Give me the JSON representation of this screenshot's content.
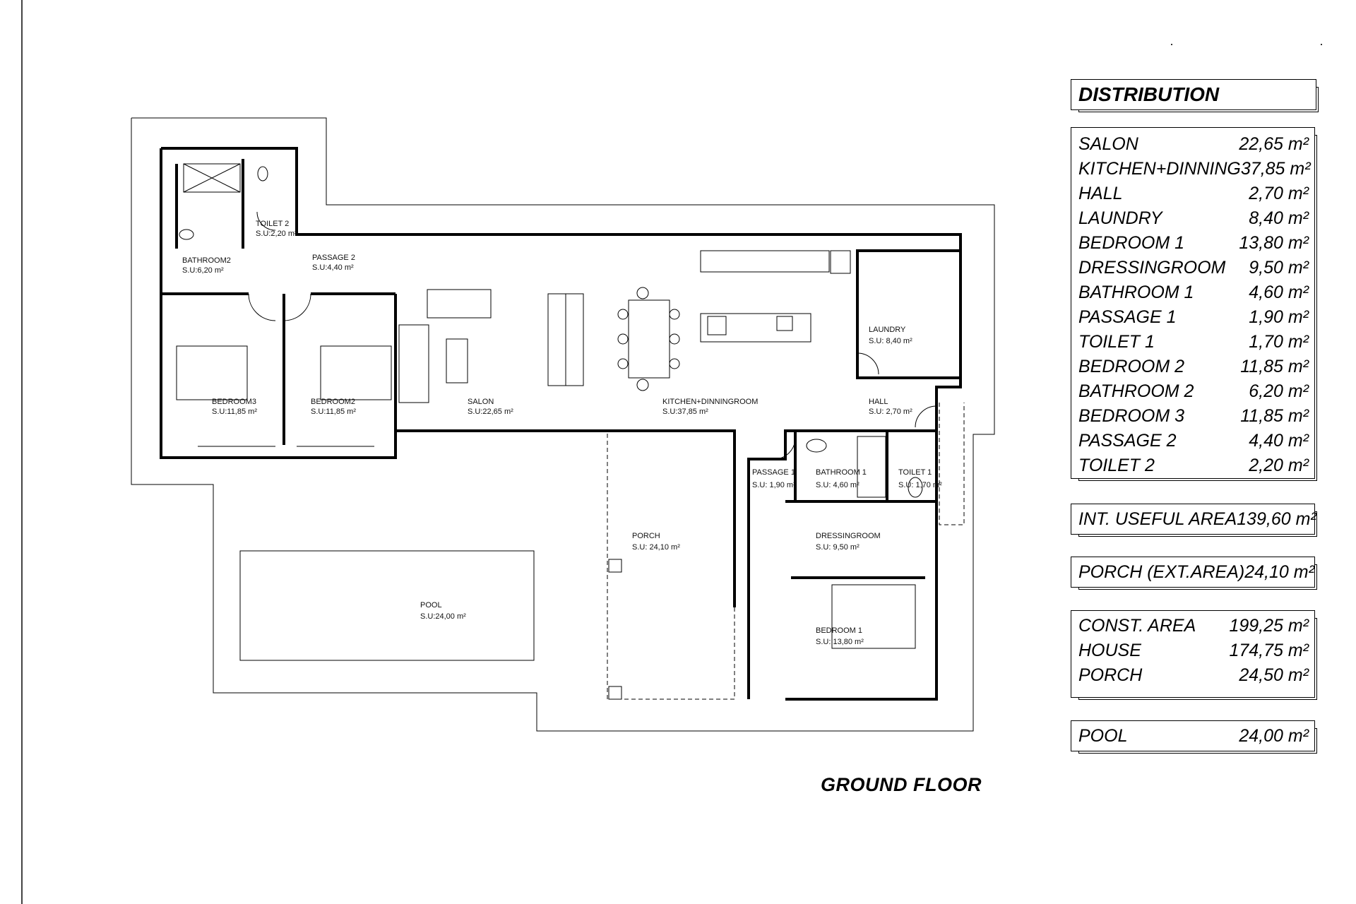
{
  "plan": {
    "title": "GROUND FLOOR",
    "rooms": [
      {
        "id": "toilet2",
        "name": "TOILET 2",
        "area": "S.U:2,20 m²"
      },
      {
        "id": "bathroom2",
        "name": "BATHROOM2",
        "area": "S.U:6,20 m²"
      },
      {
        "id": "passage2",
        "name": "PASSAGE 2",
        "area": "S.U:4,40 m²"
      },
      {
        "id": "bedroom3",
        "name": "BEDROOM3",
        "area": "S.U:11,85 m²"
      },
      {
        "id": "bedroom2",
        "name": "BEDROOM2",
        "area": "S.U:11,85 m²"
      },
      {
        "id": "salon",
        "name": "SALON",
        "area": "S.U:22,65 m²"
      },
      {
        "id": "kitchen",
        "name": "KITCHEN+DINNINGROOM",
        "area": "S.U:37,85 m²"
      },
      {
        "id": "laundry",
        "name": "LAUNDRY",
        "area": "S.U: 8,40 m²"
      },
      {
        "id": "hall",
        "name": "HALL",
        "area": "S.U: 2,70 m²"
      },
      {
        "id": "passage1",
        "name": "PASSAGE 1",
        "area": "S.U: 1,90 m²"
      },
      {
        "id": "bathroom1",
        "name": "BATHROOM 1",
        "area": "S.U: 4,60 m²"
      },
      {
        "id": "toilet1",
        "name": "TOILET 1",
        "area": "S.U: 1,70 m²"
      },
      {
        "id": "dressingroom",
        "name": "DRESSINGROOM",
        "area": "S.U: 9,50 m²"
      },
      {
        "id": "porch",
        "name": "PORCH",
        "area": "S.U: 24,10 m²"
      },
      {
        "id": "bedroom1",
        "name": "BEDROOM 1",
        "area": "S.U: 13,80 m²"
      },
      {
        "id": "pool",
        "name": "POOL",
        "area": "S.U:24,00 m²"
      }
    ]
  },
  "distribution": {
    "title": "DISTRIBUTION",
    "rows": [
      {
        "label": "SALON",
        "value": "22,65 m²"
      },
      {
        "label": "KITCHEN+DINNING",
        "value": "37,85 m²"
      },
      {
        "label": "HALL",
        "value": "2,70 m²"
      },
      {
        "label": "LAUNDRY",
        "value": "8,40 m²"
      },
      {
        "label": "BEDROOM 1",
        "value": "13,80 m²"
      },
      {
        "label": "DRESSINGROOM",
        "value": "9,50 m²"
      },
      {
        "label": "BATHROOM 1",
        "value": "4,60 m²"
      },
      {
        "label": "PASSAGE 1",
        "value": "1,90 m²"
      },
      {
        "label": "TOILET 1",
        "value": "1,70 m²"
      },
      {
        "label": "BEDROOM 2",
        "value": "11,85 m²"
      },
      {
        "label": "BATHROOM 2",
        "value": "6,20 m²"
      },
      {
        "label": "BEDROOM 3",
        "value": "11,85 m²"
      },
      {
        "label": "PASSAGE 2",
        "value": "4,40 m²"
      },
      {
        "label": "TOILET 2",
        "value": "2,20 m²"
      }
    ],
    "useful": {
      "label": "INT. USEFUL AREA",
      "value": "139,60 m²"
    },
    "porch": {
      "label": "PORCH (EXT.AREA)",
      "value": "24,10 m²"
    },
    "const": [
      {
        "label": "CONST. AREA",
        "value": "199,25 m²"
      },
      {
        "label": "HOUSE",
        "value": "174,75 m²"
      },
      {
        "label": "PORCH",
        "value": "24,50 m²"
      }
    ],
    "pool": {
      "label": "POOL",
      "value": "24,00 m²"
    }
  }
}
